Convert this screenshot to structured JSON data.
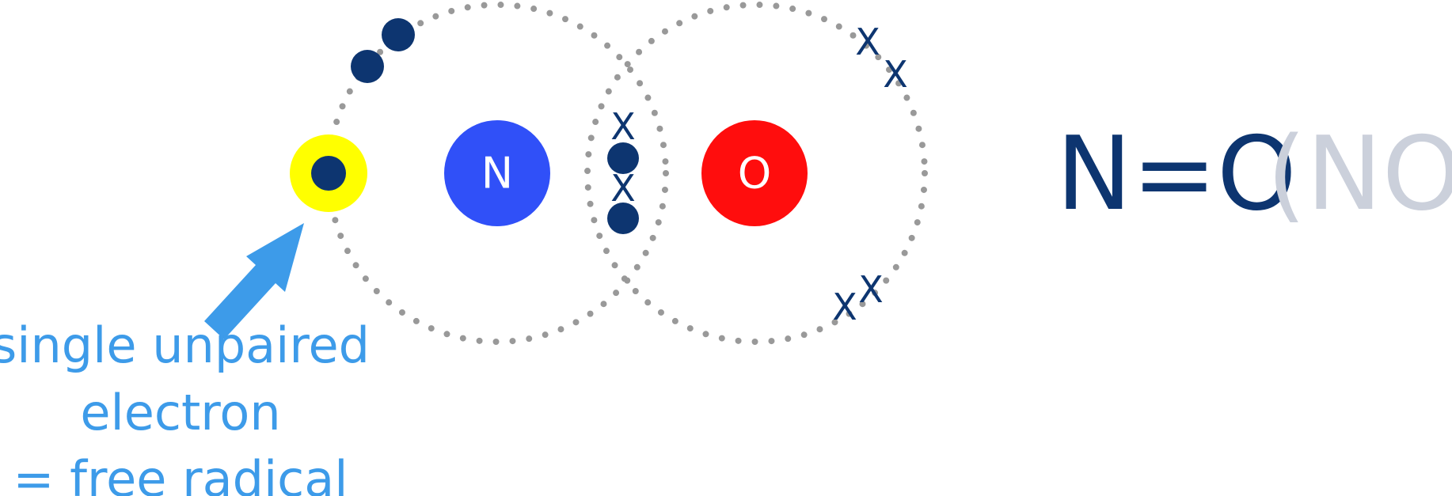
{
  "atoms": [
    {
      "symbol": "N",
      "color": "#3050f8"
    },
    {
      "symbol": "O",
      "color": "#ff0d0d"
    }
  ],
  "electron_marks": {
    "nitrogen": "●",
    "oxygen": "X"
  },
  "annotation": {
    "lines": [
      "single unpaired",
      "electron",
      "= free radical"
    ],
    "color": "#3d9be9",
    "highlight_color": "#ffff00"
  },
  "formula": {
    "structural": "N=O",
    "molecular": "(NO)",
    "structural_color": "#0d3570",
    "molecular_color": "#cbd0db"
  }
}
